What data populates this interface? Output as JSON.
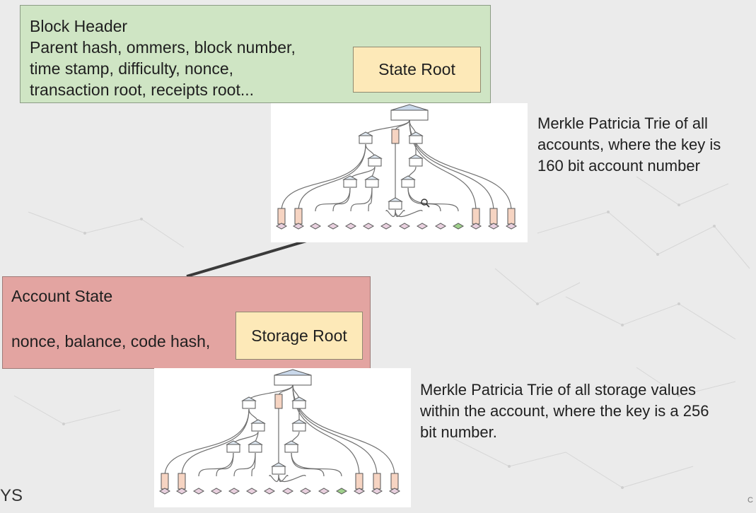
{
  "block_header": {
    "title": "Block Header",
    "lines": [
      "Parent hash, ommers, block number,",
      "time stamp, difficulty, nonce,",
      "transaction root, receipts root..."
    ],
    "state_root": "State Root"
  },
  "account_state": {
    "title": "Account State",
    "fields": "nonce, balance, code hash,",
    "storage_root": "Storage Root"
  },
  "captions": {
    "accounts": [
      "Merkle Patricia Trie of all",
      "accounts, where the key is",
      "160 bit account number"
    ],
    "storage": [
      "Merkle Patricia Trie of all storage values",
      "within the account, where the key is a 256",
      "bit number."
    ]
  },
  "logo_fragment": "YS",
  "corner_fragment": "C",
  "colors": {
    "block_header": "#cfe5c4",
    "account_state": "#e3a4a1",
    "root_box": "#fde9b8",
    "leaf_fill": "#f6d4c2",
    "leaf_highlight": "#9fd08c"
  }
}
